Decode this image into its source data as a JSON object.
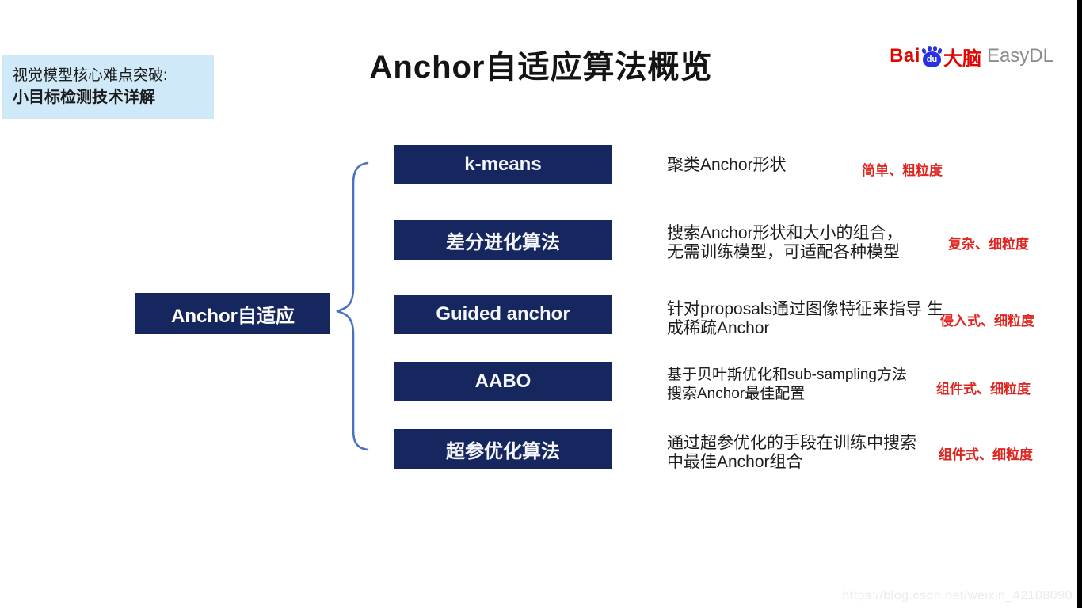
{
  "badge": {
    "line1": "视觉模型核心难点突破:",
    "line2": "小目标检测技术详解"
  },
  "title": "Anchor自适应算法概览",
  "logo": {
    "bai": "Bai",
    "du": "du",
    "brand": "大脑",
    "product": "EasyDL"
  },
  "root_box_label": "Anchor自适应",
  "rows": [
    {
      "box": "k-means",
      "desc1": "聚类Anchor形状",
      "desc2": "",
      "tag": "简单、粗粒度"
    },
    {
      "box": "差分进化算法",
      "desc1": "搜索Anchor形状和大小的组合，",
      "desc2": "无需训练模型，可适配各种模型",
      "tag": "复杂、细粒度"
    },
    {
      "box": "Guided anchor",
      "desc1": "针对proposals通过图像特征来指导 生",
      "desc2": "成稀疏Anchor",
      "tag": "侵入式、细粒度"
    },
    {
      "box": "AABO",
      "desc1": "基于贝叶斯优化和sub-sampling方法",
      "desc2": "搜索Anchor最佳配置",
      "tag": "组件式、细粒度"
    },
    {
      "box": "超参优化算法",
      "desc1": "通过超参优化的手段在训练中搜索",
      "desc2": "中最佳Anchor组合",
      "tag": "组件式、细粒度"
    }
  ],
  "watermark": "https://blog.csdn.net/weixin_42108090",
  "colors": {
    "navy": "#16265e",
    "badge_bg": "#cfe9f8",
    "accent_red": "#e02420",
    "brace_blue": "#4a72c0",
    "logo_red": "#e10600",
    "logo_blue": "#2932e1"
  }
}
